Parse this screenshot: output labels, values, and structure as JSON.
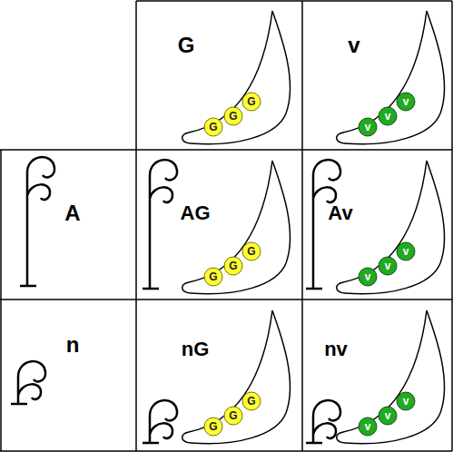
{
  "diagram": {
    "labels": [
      "G",
      "G",
      "G",
      "G",
      "v",
      "v",
      "v",
      "v",
      "A",
      "AG",
      "G",
      "G",
      "G",
      "Av",
      "v",
      "v",
      "v",
      "n",
      "nG",
      "G",
      "G",
      "G",
      "nv",
      "v",
      "v",
      "v"
    ]
  }
}
